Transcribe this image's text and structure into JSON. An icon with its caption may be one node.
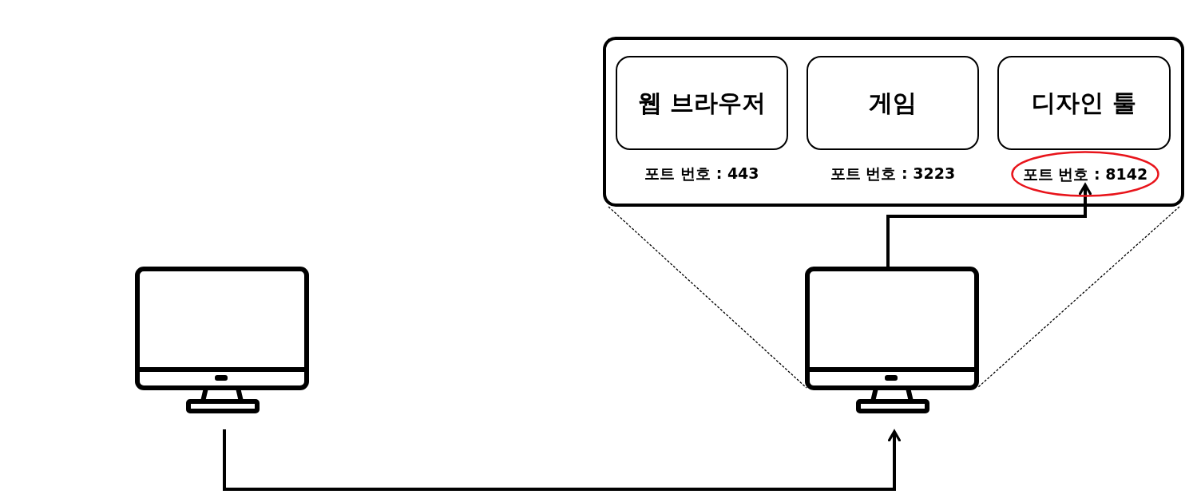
{
  "diagram": {
    "nodes": [
      {
        "text": [],
        "shape": "computer"
      },
      {
        "text": [],
        "shape": "computer"
      },
      {
        "text": [],
        "shape": "box"
      },
      {
        "text": [
          "웹 브라우저"
        ],
        "in": 2,
        "beside": [
          "포트 번호 : 443"
        ]
      },
      {
        "text": [
          "게임"
        ],
        "in": 2,
        "beside": [
          "포트 번호 : 3223"
        ]
      },
      {
        "text": [
          "디자인 툴"
        ],
        "in": 2
      },
      {
        "text": [
          "포트 번호 : 8142"
        ],
        "in": 2
      }
    ],
    "edges": [
      {
        "from": 0,
        "to": 1,
        "arrow": "to",
        "style": "thick"
      },
      {
        "from": 1,
        "to": 6,
        "arrow": "to",
        "style": "thick"
      },
      {
        "from": 2,
        "to": 1,
        "arrow": "none",
        "style": "dashed"
      },
      {
        "from": 2,
        "to": 1,
        "arrow": "none",
        "style": "dashed"
      }
    ]
  }
}
